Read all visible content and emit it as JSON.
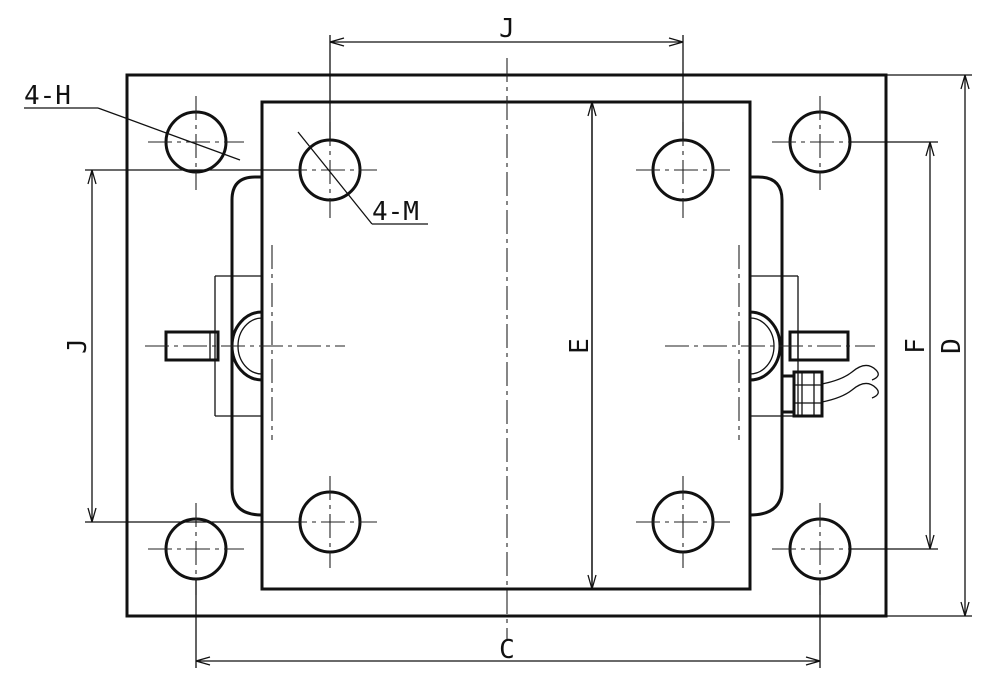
{
  "drawing": {
    "dimension_labels": {
      "top_width": "J",
      "left_height": "J",
      "bottom_width": "C",
      "inner_height": "E",
      "bolt_height": "F",
      "overall_height": "D"
    },
    "callouts": {
      "base_holes": "4-H",
      "top_holes": "4-M"
    }
  }
}
